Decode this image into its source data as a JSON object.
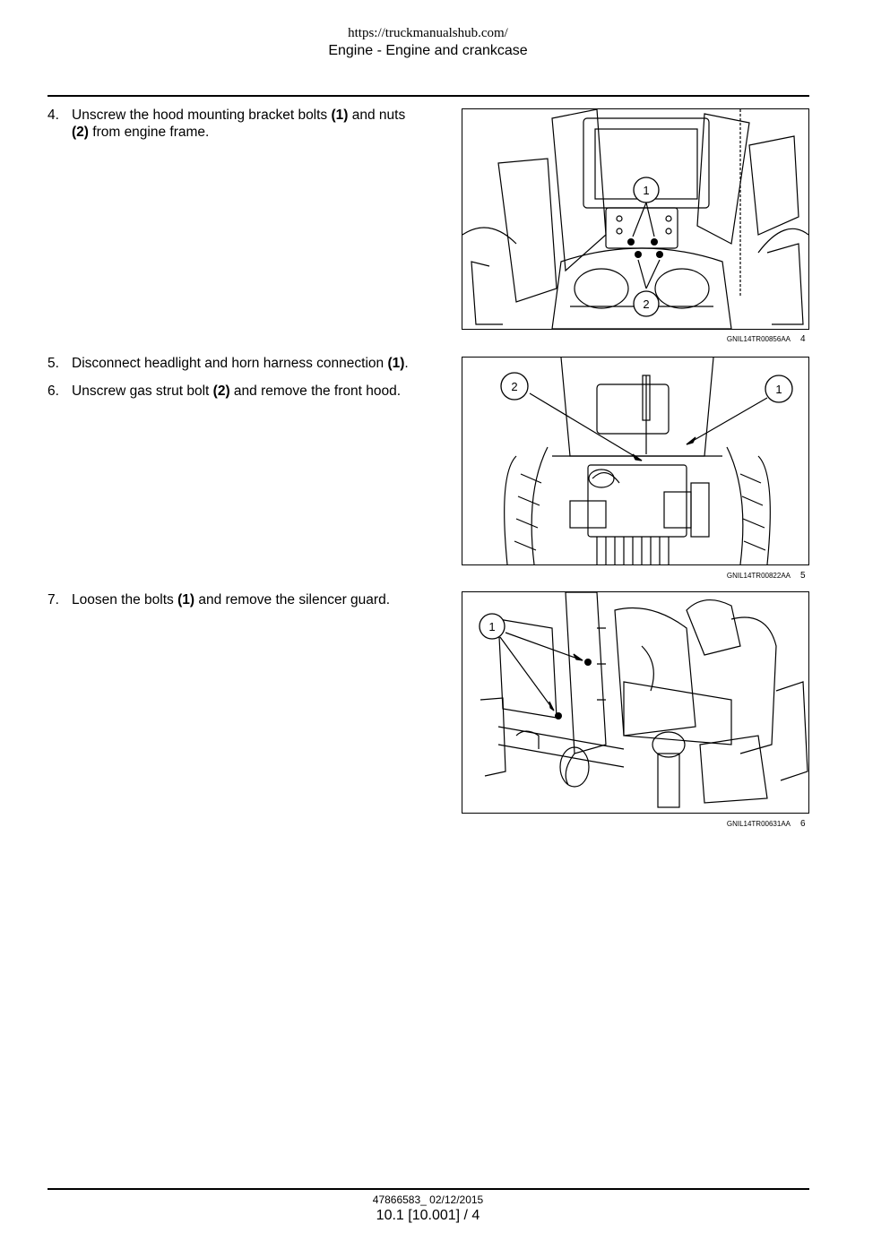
{
  "header": {
    "url": "https://truckmanualshub.com/",
    "title": "Engine - Engine and crankcase"
  },
  "steps": [
    {
      "number": "4.",
      "parts": [
        {
          "text": "Unscrew the hood mounting bracket bolts ",
          "bold": false
        },
        {
          "text": "(1)",
          "bold": true
        },
        {
          "text": " and nuts ",
          "bold": false
        },
        {
          "text": "(2)",
          "bold": true
        },
        {
          "text": " from engine frame.",
          "bold": false
        }
      ]
    },
    {
      "number": "5.",
      "parts": [
        {
          "text": "Disconnect headlight and horn harness connection ",
          "bold": false
        },
        {
          "text": "(1)",
          "bold": true
        },
        {
          "text": ".",
          "bold": false
        }
      ]
    },
    {
      "number": "6.",
      "parts": [
        {
          "text": "Unscrew gas strut bolt ",
          "bold": false
        },
        {
          "text": "(2)",
          "bold": true
        },
        {
          "text": " and remove the front hood.",
          "bold": false
        }
      ]
    },
    {
      "number": "7.",
      "parts": [
        {
          "text": "Loosen the bolts ",
          "bold": false
        },
        {
          "text": "(1)",
          "bold": true
        },
        {
          "text": " and remove the silencer guard.",
          "bold": false
        }
      ]
    }
  ],
  "figures": [
    {
      "code": "GNIL14TR00856AA",
      "number": "4",
      "callouts": [
        "1",
        "2"
      ]
    },
    {
      "code": "GNIL14TR00822AA",
      "number": "5",
      "callouts": [
        "2",
        "1"
      ]
    },
    {
      "code": "GNIL14TR00631AA",
      "number": "6",
      "callouts": [
        "1"
      ]
    }
  ],
  "footer": {
    "doc": "47866583_ 02/12/2015",
    "page": "10.1 [10.001] / 4"
  }
}
